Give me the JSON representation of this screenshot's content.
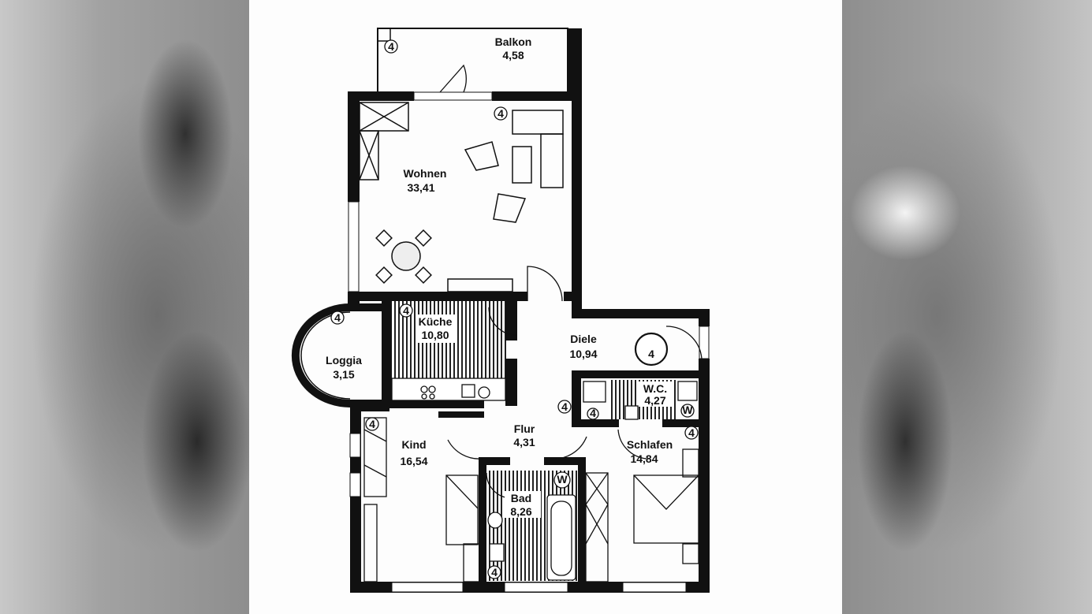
{
  "rooms": {
    "balkon": {
      "name": "Balkon",
      "area": "4,58"
    },
    "wohnen": {
      "name": "Wohnen",
      "area": "33,41"
    },
    "kueche": {
      "name": "Küche",
      "area": "10,80"
    },
    "loggia": {
      "name": "Loggia",
      "area": "3,15"
    },
    "diele": {
      "name": "Diele",
      "area": "10,94"
    },
    "wc": {
      "name": "W.C.",
      "area": "4,27"
    },
    "flur": {
      "name": "Flur",
      "area": "4,31"
    },
    "kind": {
      "name": "Kind",
      "area": "16,54"
    },
    "schlafen": {
      "name": "Schlafen",
      "area": "14,84"
    },
    "bad": {
      "name": "Bad",
      "area": "8,26"
    }
  },
  "unit_number": "4",
  "marker": "4",
  "fixture_w": "W"
}
